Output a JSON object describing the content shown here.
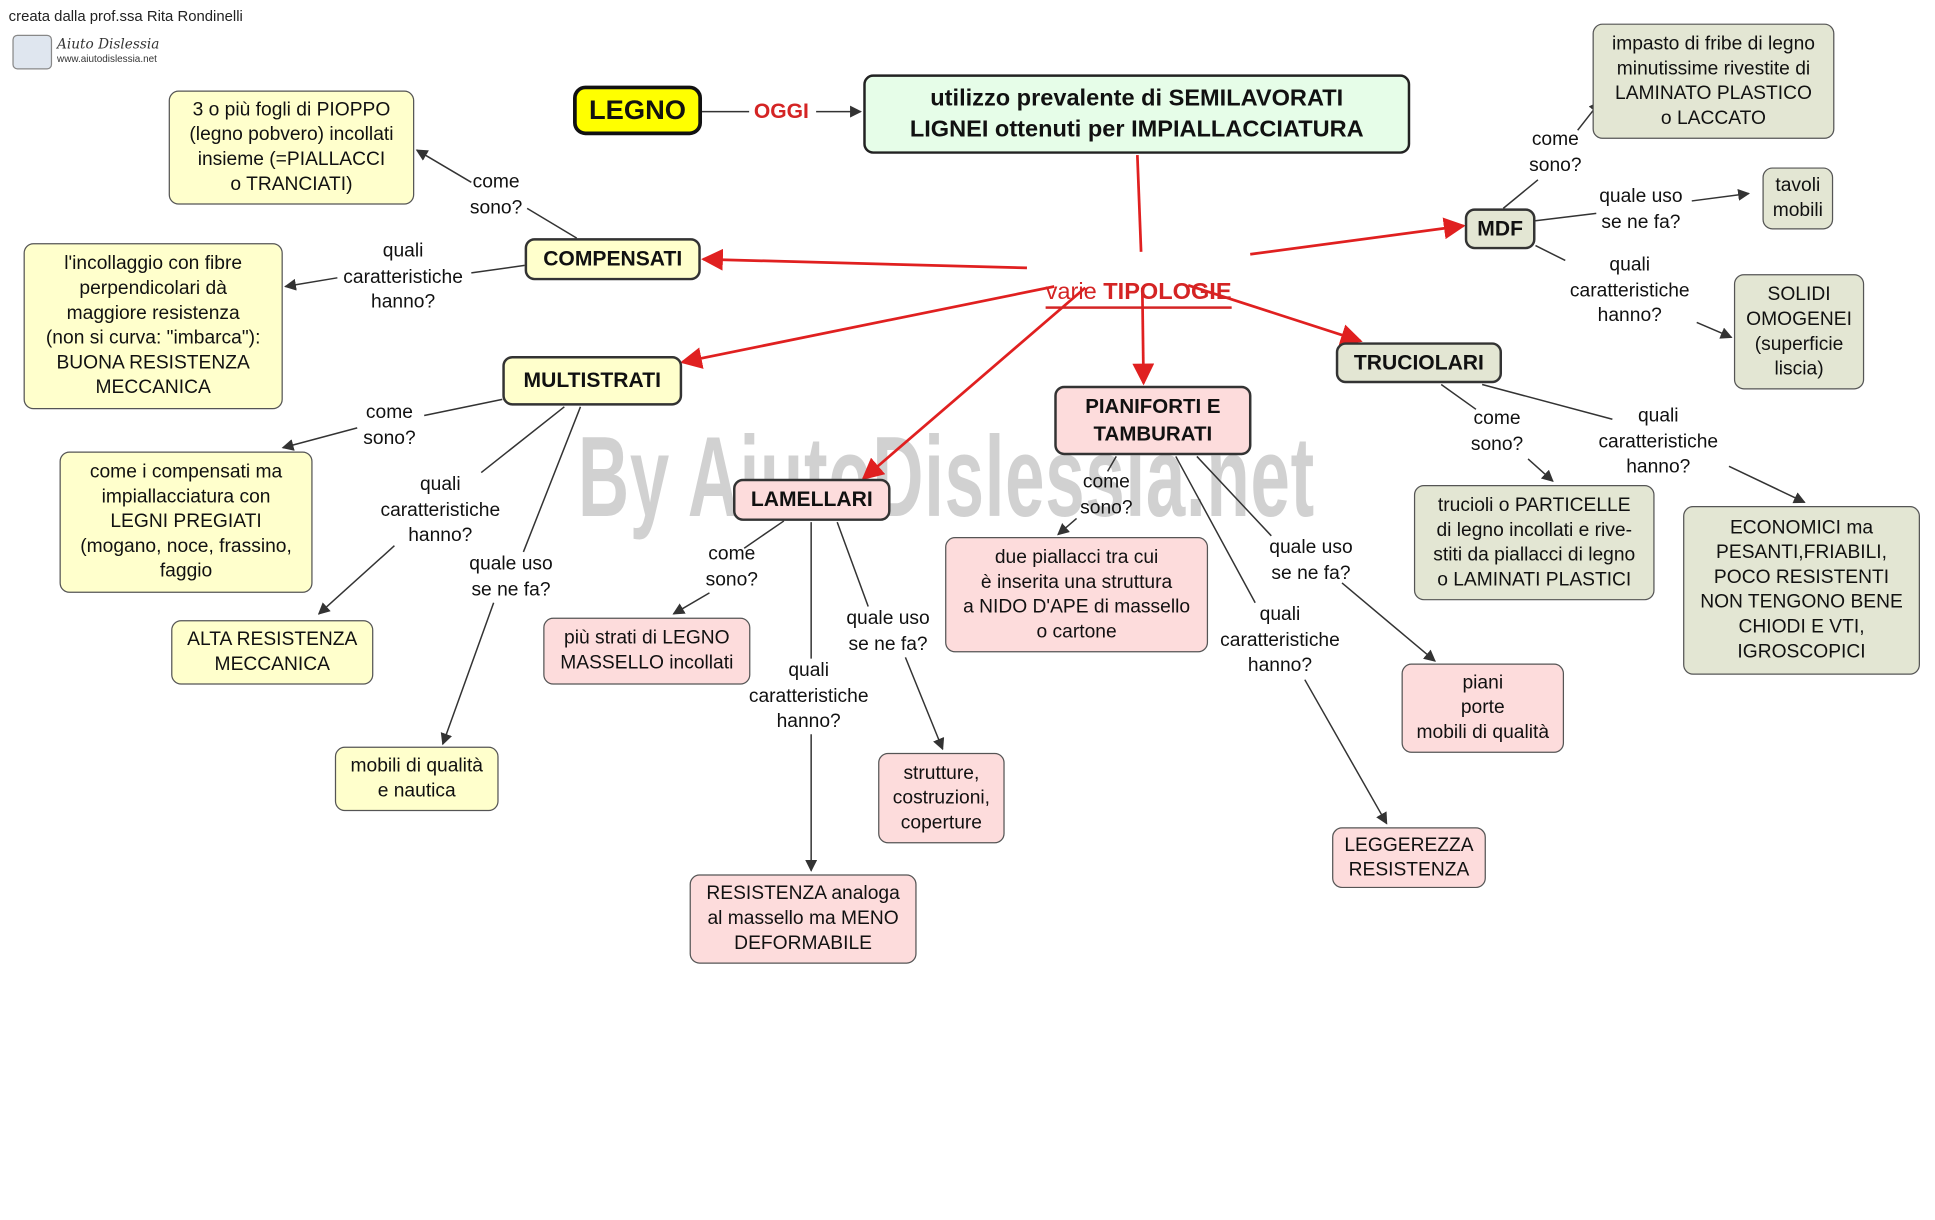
{
  "credit": "creata dalla prof.ssa Rita Rondinelli",
  "logo": {
    "title": "Aiuto Dislessia",
    "url": "www.aiutodislessia.net",
    "icon": "book-logo-icon"
  },
  "watermark": "By AiutoDislessia.net",
  "colors": {
    "arrow_red": "#e02020",
    "link_red": "#d42424",
    "yellow": "#ffffcc",
    "pink": "#fddcdc",
    "green": "#e3e6d3",
    "mint": "#e6fde8",
    "legno_bg": "#ffff00"
  },
  "nodes": {
    "legno": "LEGNO",
    "oggi": "OGGI",
    "main": "utilizzo prevalente di SEMILAVORATI\nLIGNEI ottenuti per IMPIALLACCIATURA",
    "varie_pre": "varie ",
    "varie_bold": "TIPOLOGIE",
    "compensati": "COMPENSATI",
    "compensati_come": "3 o più fogli di PIOPPO\n(legno pobvero) incollati\ninsieme (=PIALLACCI\no TRANCIATI)",
    "compensati_caratt": "l'incollaggio con fibre\nperpendicolari dà\nmaggiore resistenza\n(non si curva: \"imbarca\"):\nBUONA RESISTENZA\nMECCANICA",
    "multistrati": "MULTISTRATI",
    "multistrati_come": "come i compensati ma\nimpiallacciatura con\nLEGNI PREGIATI\n(mogano, noce, frassino,\nfaggio",
    "multistrati_caratt": "ALTA RESISTENZA\nMECCANICA",
    "multistrati_uso": "mobili di qualità\ne nautica",
    "lamellari": "LAMELLARI",
    "lamellari_come": "più strati di LEGNO\nMASSELLO incollati",
    "lamellari_caratt": "RESISTENZA analoga\nal massello ma MENO\nDEFORMABILE",
    "lamellari_uso": "strutture,\ncostruzioni,\ncoperture",
    "pianiforti": "PIANIFORTI E\nTAMBURATI",
    "pianiforti_come": "due piallacci tra cui\nè inserita una struttura\na NIDO D'APE di massello\no cartone",
    "pianiforti_uso": "piani\nporte\nmobili di qualità",
    "pianiforti_caratt": "LEGGEREZZA\nRESISTENZA",
    "truciolari": "TRUCIOLARI",
    "truciolari_come": "trucioli o PARTICELLE\ndi legno incollati e rive-\nstiti da piallacci di legno\no LAMINATI PLASTICI",
    "truciolari_caratt": "ECONOMICI ma\nPESANTI,FRIABILI,\nPOCO RESISTENTI\nNON TENGONO BENE\nCHIODI E VTI,\nIGROSCOPICI",
    "mdf": "MDF",
    "mdf_come": "impasto di fribe di legno\nminutissime rivestite di\nLAMINATO PLASTICO\no LACCATO",
    "mdf_uso": "tavoli\nmobili",
    "mdf_caratt": "SOLIDI\nOMOGENEI\n(superficie\nliscia)"
  },
  "links": {
    "compensati_come": "come\nsono?",
    "compensati_caratt": "quali\ncaratteristiche\nhanno?",
    "multistrati_come": "come\nsono?",
    "multistrati_caratt": "quali\ncaratteristiche\nhanno?",
    "multistrati_uso": "quale uso\nse ne fa?",
    "lamellari_come": "come\nsono?",
    "lamellari_caratt": "quali\ncaratteristiche\nhanno?",
    "lamellari_uso": "quale uso\nse ne fa?",
    "pianiforti_come": "come\nsono?",
    "pianiforti_uso": "quale uso\nse ne fa?",
    "pianiforti_caratt": "quali\ncaratteristiche\nhanno?",
    "truciolari_come": "come\nsono?",
    "truciolari_caratt": "quali\ncaratteristiche\nhanno?",
    "mdf_come": "come\nsono?",
    "mdf_uso": "quale uso\nse ne fa?",
    "mdf_caratt": "quali\ncaratteristiche\nhanno?"
  }
}
